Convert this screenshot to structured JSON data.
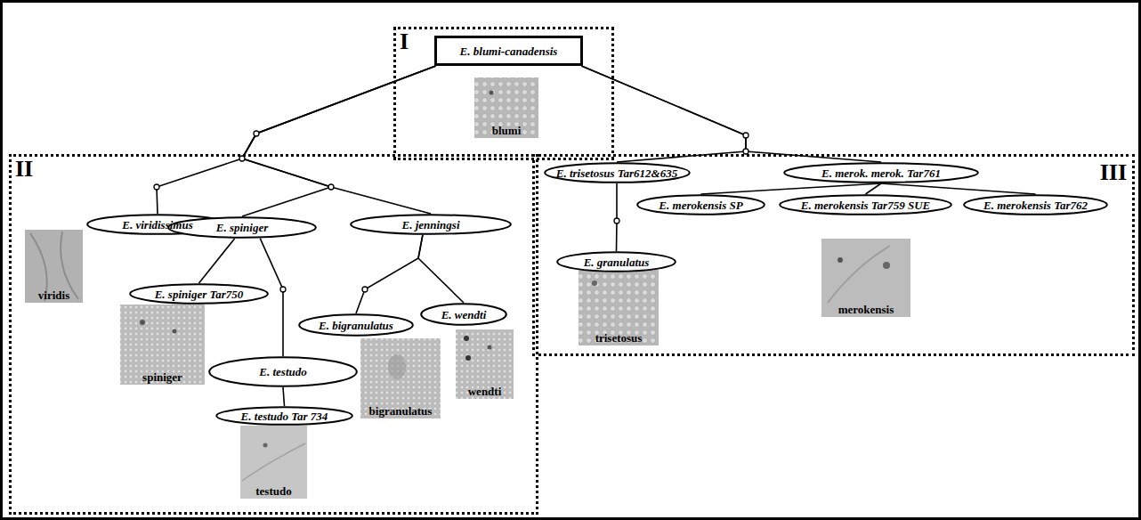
{
  "diagram": {
    "nodes": [
      {
        "text": [
          "I"
        ]
      },
      {
        "text": [
          "E. blumi-canadensis"
        ],
        "in": 0
      },
      {
        "text": [
          "II"
        ]
      },
      {
        "text": [
          "E. viridissimus"
        ],
        "in": 2
      },
      {
        "text": [
          "E. spiniger"
        ],
        "in": 2
      },
      {
        "text": [
          "E. jenningsi"
        ],
        "in": 2
      },
      {
        "text": [
          "E. spiniger Tar750"
        ],
        "in": 2
      },
      {
        "text": [
          "E. testudo"
        ],
        "in": 2
      },
      {
        "text": [
          "E. bigranulatus"
        ],
        "in": 2
      },
      {
        "text": [
          "E. wendti"
        ],
        "in": 2
      },
      {
        "text": [
          "E. testudo Tar 734"
        ],
        "in": 2
      },
      {
        "text": [
          "III"
        ]
      },
      {
        "text": [
          "E. trisetosus Tar612&635"
        ],
        "in": 11
      },
      {
        "text": [
          "E. merok. merok. Tar761"
        ],
        "in": 11
      },
      {
        "text": [
          "E. merokensis SP"
        ],
        "in": 11
      },
      {
        "text": [
          "E. merokensis Tar759 SUE"
        ],
        "in": 11
      },
      {
        "text": [
          "E. merokensis Tar762"
        ],
        "in": 11
      },
      {
        "text": [
          "E. granulatus"
        ],
        "in": 11
      }
    ],
    "edges": [
      {
        "from": 1,
        "to": 3,
        "arrow": "none"
      },
      {
        "from": 1,
        "to": 4,
        "arrow": "none"
      },
      {
        "from": 1,
        "to": 5,
        "arrow": "none"
      },
      {
        "from": 1,
        "to": 12,
        "arrow": "none"
      },
      {
        "from": 1,
        "to": 13,
        "arrow": "none"
      },
      {
        "from": 4,
        "to": 6,
        "arrow": "none"
      },
      {
        "from": 4,
        "to": 7,
        "arrow": "none"
      },
      {
        "from": 7,
        "to": 10,
        "arrow": "none"
      },
      {
        "from": 5,
        "to": 8,
        "arrow": "none"
      },
      {
        "from": 5,
        "to": 9,
        "arrow": "none"
      },
      {
        "from": 12,
        "to": 17,
        "arrow": "none"
      },
      {
        "from": 13,
        "to": 14,
        "arrow": "none"
      },
      {
        "from": 13,
        "to": 15,
        "arrow": "none"
      },
      {
        "from": 13,
        "to": 16,
        "arrow": "none"
      }
    ],
    "labels": [
      "blumi",
      "viridis",
      "spiniger",
      "bigranulatus",
      "wendti",
      "testudo",
      "trisetosus",
      "merokensis"
    ]
  }
}
